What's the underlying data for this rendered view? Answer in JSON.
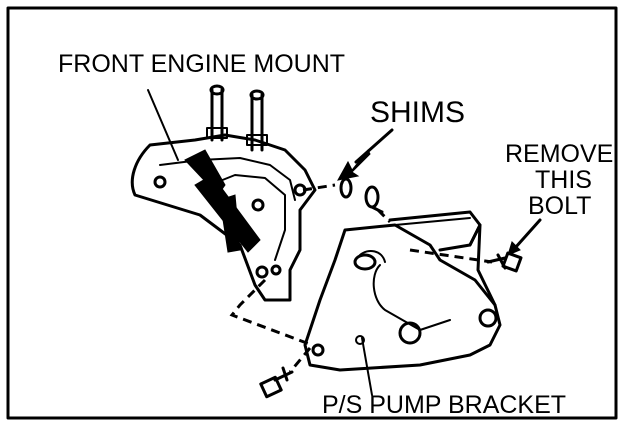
{
  "labels": {
    "front_engine_mount": "FRONT ENGINE MOUNT",
    "shims": "SHIMS",
    "remove_line1": "REMOVE",
    "remove_line2": "THIS",
    "remove_line3": "BOLT",
    "ps_pump_bracket": "P/S PUMP BRACKET"
  },
  "colors": {
    "ink": "#000000",
    "paper": "#ffffff"
  }
}
